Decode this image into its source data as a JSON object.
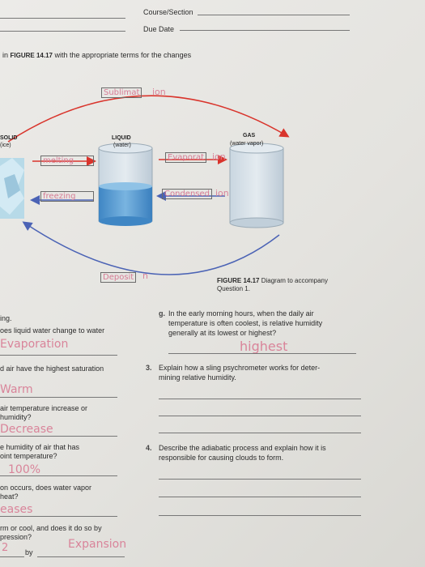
{
  "header": {
    "course_label": "Course/Section",
    "due_label": "Due Date"
  },
  "instruction": {
    "prefix": "in ",
    "figure_ref": "FIGURE 14.17",
    "suffix": " with the appropriate terms for the changes"
  },
  "diagram": {
    "solid_label": "SOLID",
    "solid_sub": "(ice)",
    "liquid_label": "LIQUID",
    "liquid_sub": "(water)",
    "gas_label": "GAS",
    "gas_sub": "(water vapor)",
    "answers": {
      "sublimation_box": "Sublimat",
      "sublimation_tail": "ion",
      "melting": "melting",
      "freezing": "freezing",
      "evaporation_box": "Evaporat",
      "evaporation_tail": "ion",
      "condensation_box": "Condensed",
      "condensation_tail": "ion",
      "deposition_box": "Deposit",
      "deposition_tail": "n"
    },
    "caption_fig": "FIGURE 14.17",
    "caption_text": "Diagram to accompany",
    "caption_text2": "Question 1."
  },
  "left_column": {
    "q_ing": "ing.",
    "q_oes": "oes liquid water change to water",
    "a_evaporation": "Evaporation",
    "q_air_highest": "d air have the highest saturation",
    "a_warm": "Warm",
    "q_air_temp1": "air temperature increase or",
    "q_air_temp2": "humidity?",
    "a_decrease": "Decrease",
    "q_humidity1": "e humidity of air that has",
    "q_humidity2": "oint temperature?",
    "a_100": "100%",
    "q_occurs1": "on occurs, does water vapor",
    "q_occurs2": "heat?",
    "a_releases": "eases",
    "q_warm1": "rm or cool, and does it do so by",
    "q_warm2": "pression?",
    "a_by_prefix": "2",
    "by_label": "by",
    "a_expansion": "Expansion"
  },
  "right_column": {
    "g_label": "g.",
    "g_text1": "In the early morning hours, when the daily air",
    "g_text2": "temperature is often coolest, is relative humidity",
    "g_text3": "generally at its lowest or highest?",
    "g_answer": "highest",
    "q3_label": "3.",
    "q3_text1": "Explain how a sling psychrometer works for deter-",
    "q3_text2": "mining relative humidity.",
    "q4_label": "4.",
    "q4_text1": "Describe the adiabatic process and explain how it is",
    "q4_text2": "responsible for causing clouds to form."
  },
  "colors": {
    "handwriting": "#d9849a",
    "red_arrow": "#d9342c",
    "blue_arrow": "#4b63b5",
    "water": "#5e9fd2"
  }
}
